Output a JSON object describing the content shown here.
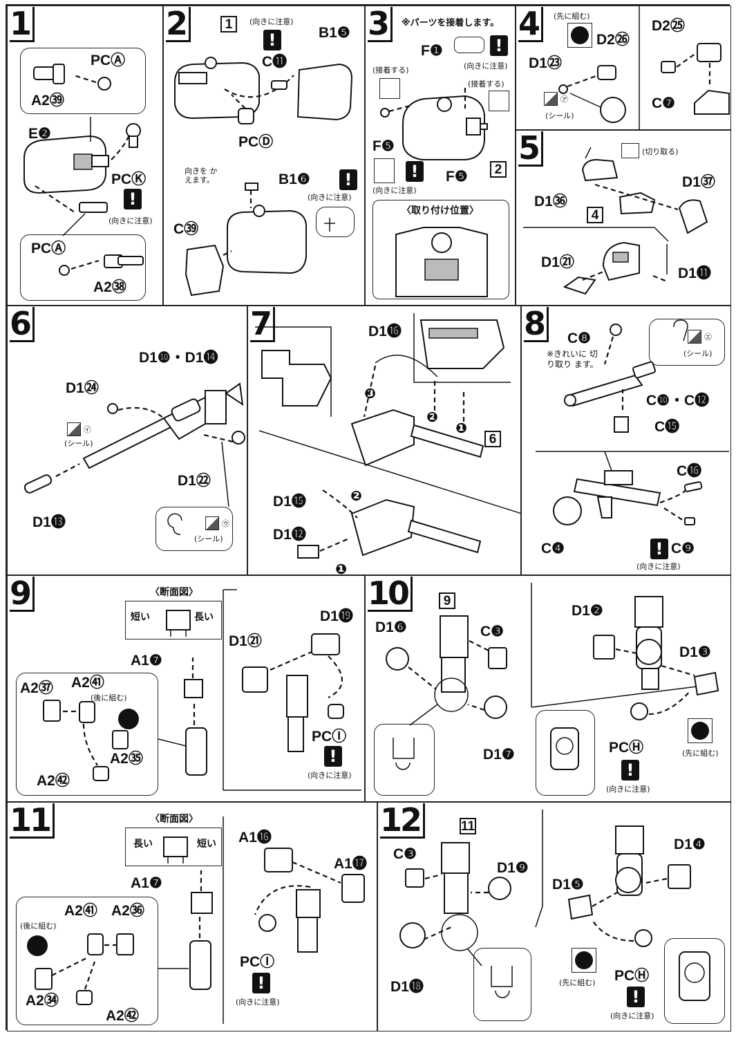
{
  "steps": [
    {
      "num": "1",
      "labels": [
        "PCⒶ",
        "A2㊴",
        "E❷",
        "PCⓀ",
        "PCⒶ",
        "A2㊳"
      ],
      "caution": "(向きに注意)"
    },
    {
      "num": "2",
      "ref": "1",
      "labels": [
        "C⓫",
        "B1❺",
        "PCⒹ",
        "B1❻",
        "C㊴"
      ],
      "caution_top": "(向きに注意)",
      "caution_b16": "(向きに注意)",
      "note": "向きを かえます。"
    },
    {
      "num": "3",
      "header": "※パーツを接着します。",
      "labels": [
        "F❶",
        "F❺",
        "F❺"
      ],
      "ref": "2",
      "glue_left": "(接着する)",
      "glue_right": "(接着する)",
      "caution": "(向きに注意)",
      "caution_top": "(向きに注意)",
      "position_label": "〈取り付け位置〉"
    },
    {
      "num": "4",
      "labels": [
        "D2㉖",
        "D2㉕",
        "D1㉓",
        "C❼"
      ],
      "pre_assemble": "(先に組む)",
      "seal": "(シール)",
      "seal_mark": "㋐"
    },
    {
      "num": "5",
      "labels": [
        "D1㊱",
        "D1㊲",
        "D1㉑",
        "D1⓫"
      ],
      "ref": "4",
      "cut": "(切り取る)"
    },
    {
      "num": "6",
      "labels": [
        "D1❿・D1⓮",
        "D1㉔",
        "D1㉒",
        "D1⓭"
      ],
      "seal": "(シール)",
      "seal_mark_a": "㋑",
      "seal_mark_b": "㋒",
      "seal2": "(シール)"
    },
    {
      "num": "7",
      "labels": [
        "D1⓰",
        "D1⓯",
        "D1⓬"
      ],
      "ref": "6",
      "order": [
        "❸",
        "❷",
        "❶",
        "❷",
        "❶"
      ]
    },
    {
      "num": "8",
      "labels": [
        "C❽",
        "C❿・C⓬",
        "C⓯",
        "C⓰",
        "C❹",
        "C❾"
      ],
      "note": "※きれいに 切り取り ます。",
      "seal": "(シール)",
      "seal_mark": "㋓",
      "caution": "(向きに注意)"
    },
    {
      "num": "9",
      "section": "〈断面図〉",
      "short": "短い",
      "long": "長い",
      "labels": [
        "A1❼",
        "A2㊲",
        "A2㊶",
        "A2㉟",
        "A2㊷",
        "D1㉑",
        "D1⓳",
        "PCⒾ"
      ],
      "post": "(後に組む)",
      "caution": "(向きに注意)"
    },
    {
      "num": "10",
      "ref": "9",
      "labels": [
        "D1❻",
        "C❸",
        "D1❷",
        "D1❸",
        "D1❼",
        "PCⒽ"
      ],
      "pre": "(先に組む)",
      "caution": "(向きに注意)"
    },
    {
      "num": "11",
      "section": "〈断面図〉",
      "long": "長い",
      "short": "短い",
      "labels": [
        "A1❼",
        "A1⓰",
        "A1⓱",
        "A2㊶",
        "A2㊱",
        "A2㉞",
        "A2㊷",
        "PCⒾ"
      ],
      "post": "(後に組む)",
      "caution": "(向きに注意)"
    },
    {
      "num": "12",
      "ref": "11",
      "labels": [
        "C❸",
        "D1❾",
        "D1⓲",
        "D1❹",
        "D1❺",
        "PCⒽ"
      ],
      "pre": "(先に組む)",
      "caution": "(向きに注意)"
    }
  ],
  "icons": {
    "warning": "exclamation-warning-icon",
    "seal": "seal-sticker-icon",
    "glue": "glue-brush-icon",
    "cut": "nipper-cut-icon",
    "pre": "black-dot-pre-assemble-icon"
  }
}
